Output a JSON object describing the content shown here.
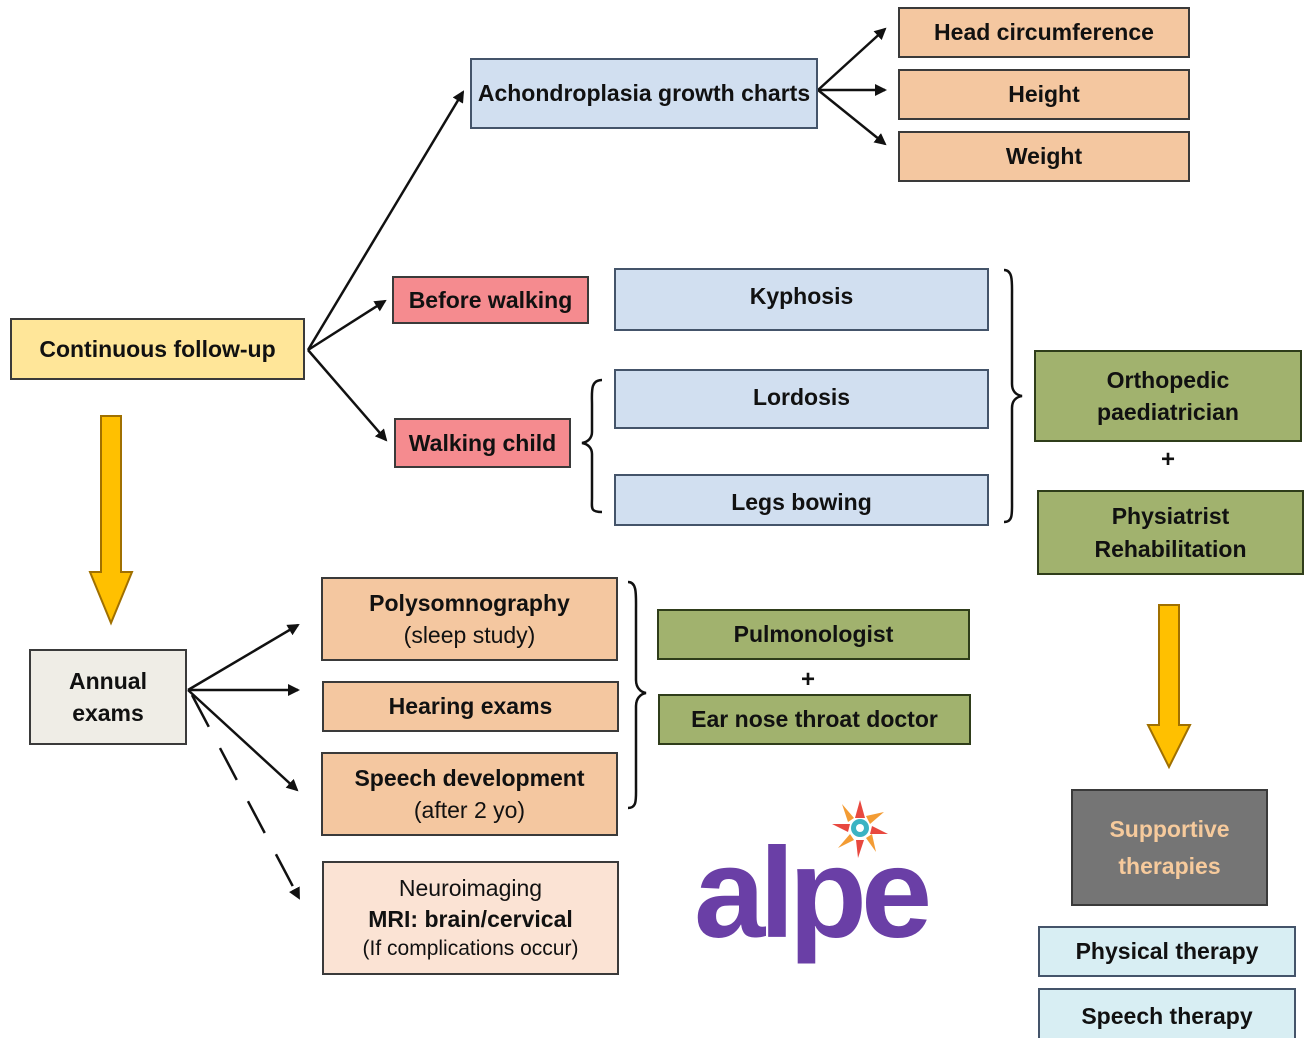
{
  "nodes": {
    "continuous_followup": "Continuous follow-up",
    "growth_charts": "Achondroplasia growth charts",
    "head_circumference": "Head circumference",
    "height": "Height",
    "weight": "Weight",
    "before_walking": "Before walking",
    "walking_child": "Walking child",
    "kyphosis": "Kyphosis",
    "lordosis": "Lordosis",
    "legs_bowing": "Legs bowing",
    "orthopedic": [
      "Orthopedic",
      "paediatrician"
    ],
    "physiatrist": [
      "Physiatrist",
      "Rehabilitation"
    ],
    "annual_exams": [
      "Annual",
      "exams"
    ],
    "polysomnography": {
      "title": "Polysomnography",
      "sub": "(sleep study)"
    },
    "hearing_exams": "Hearing exams",
    "speech_development": {
      "title": "Speech development",
      "sub": "(after 2 yo)"
    },
    "neuroimaging": {
      "line1": "Neuroimaging",
      "line2": "MRI: brain/cervical",
      "line3": "(If complications occur)"
    },
    "pulmonologist": "Pulmonologist",
    "ent": "Ear nose throat doctor",
    "supportive_therapies": [
      "Supportive",
      "therapies"
    ],
    "physical_therapy": "Physical therapy",
    "speech_therapy": "Speech therapy",
    "plus_sign": "+",
    "logo": "alpe"
  },
  "colors": {
    "yellow": "#ffe699",
    "blue": "#d1dff0",
    "peach": "#f4c7a0",
    "pink": "#f58b8f",
    "green": "#a1b26e",
    "dark_grey": "#757575",
    "arrow_gold": "#ffc000",
    "logo_purple": "#6a3fa6"
  }
}
